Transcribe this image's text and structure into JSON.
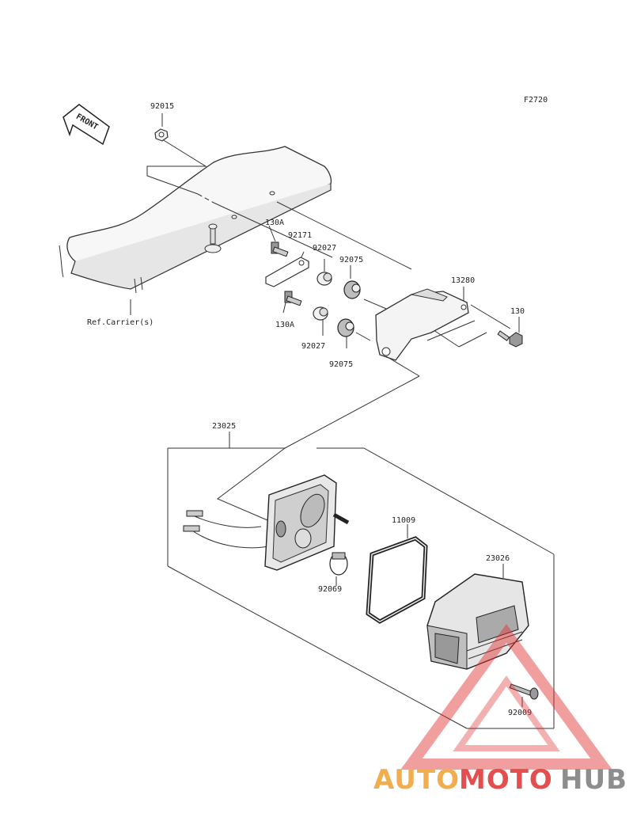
{
  "diagram": {
    "figure_code": "F2720",
    "front_label": "FRONT",
    "reference_label": "Ref.Carrier(s)",
    "part_numbers": {
      "p92015": "92015",
      "p130A_top": "130A",
      "p92171": "92171",
      "p92027_top": "92027",
      "p92075_top": "92075",
      "p13280": "13280",
      "p130": "130",
      "p130A_bottom": "130A",
      "p92027_bottom": "92027",
      "p92075_bottom": "92075",
      "p23025": "23025",
      "p11009": "11009",
      "p92069": "92069",
      "p23026": "23026",
      "p92009": "92009"
    }
  },
  "watermark": {
    "brand_part1": "AUTO",
    "brand_part2": "MOTO",
    "brand_part3": "HUB",
    "color_orange": "#f0a030",
    "color_red": "#e03030",
    "color_gray": "#7a7a7a"
  }
}
